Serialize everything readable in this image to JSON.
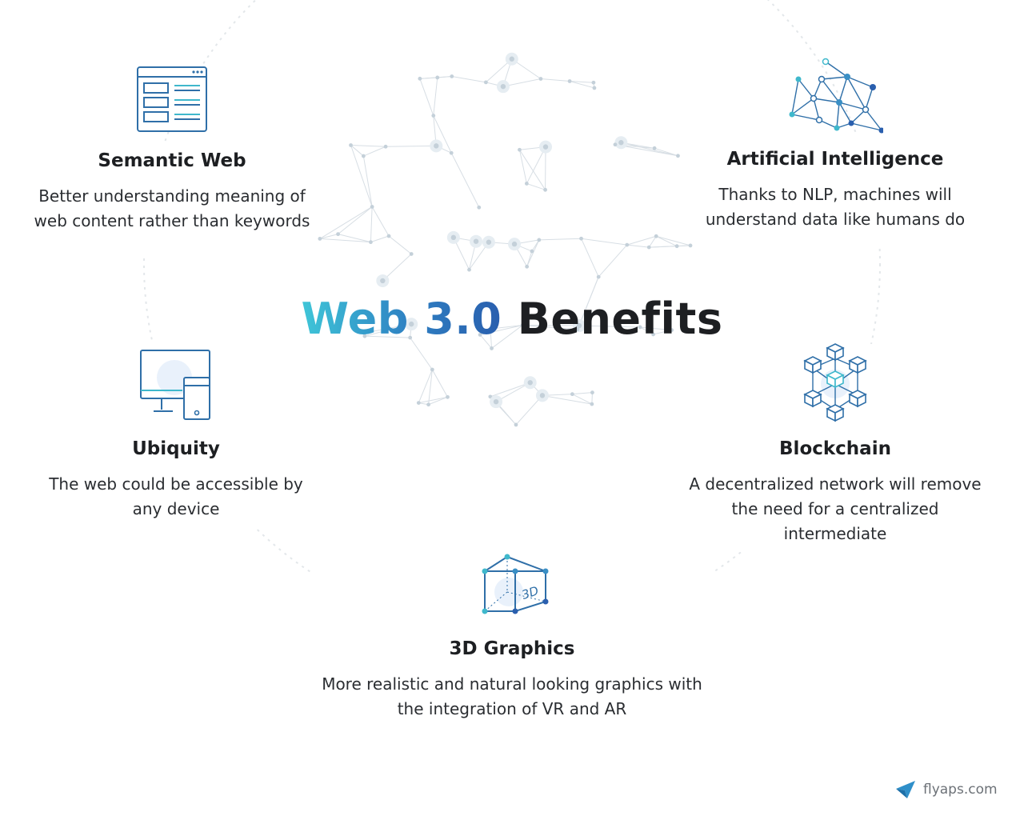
{
  "title": {
    "accent": "Web 3.0",
    "rest": "Benefits"
  },
  "benefits": [
    {
      "id": "semantic-web",
      "title": "Semantic Web",
      "description": "Better understanding meaning of web content rather than keywords",
      "icon": "browser-window-icon"
    },
    {
      "id": "artificial-intelligence",
      "title": "Artificial Intelligence",
      "description": "Thanks to NLP, machines will understand data like humans do",
      "icon": "neural-network-icon"
    },
    {
      "id": "ubiquity",
      "title": "Ubiquity",
      "description": "The web could be accessible by any device",
      "icon": "devices-icon"
    },
    {
      "id": "blockchain",
      "title": "Blockchain",
      "description": "A decentralized network will remove the need for a centralized intermediate",
      "icon": "blockchain-cubes-icon"
    },
    {
      "id": "3d-graphics",
      "title": "3D Graphics",
      "description": "More realistic and natural looking graphics with the integration of VR and AR",
      "icon": "3d-cube-icon",
      "icon_label": "3D"
    }
  ],
  "footer": {
    "brand": "flyaps.com",
    "icon": "paper-plane-icon"
  },
  "colors": {
    "accent_start": "#3fc6d8",
    "accent_end": "#2a5fae",
    "icon_stroke": "#2f6fa8",
    "icon_teal": "#3fb8cc",
    "text": "#1d1f22",
    "network": "#c9d3db"
  }
}
